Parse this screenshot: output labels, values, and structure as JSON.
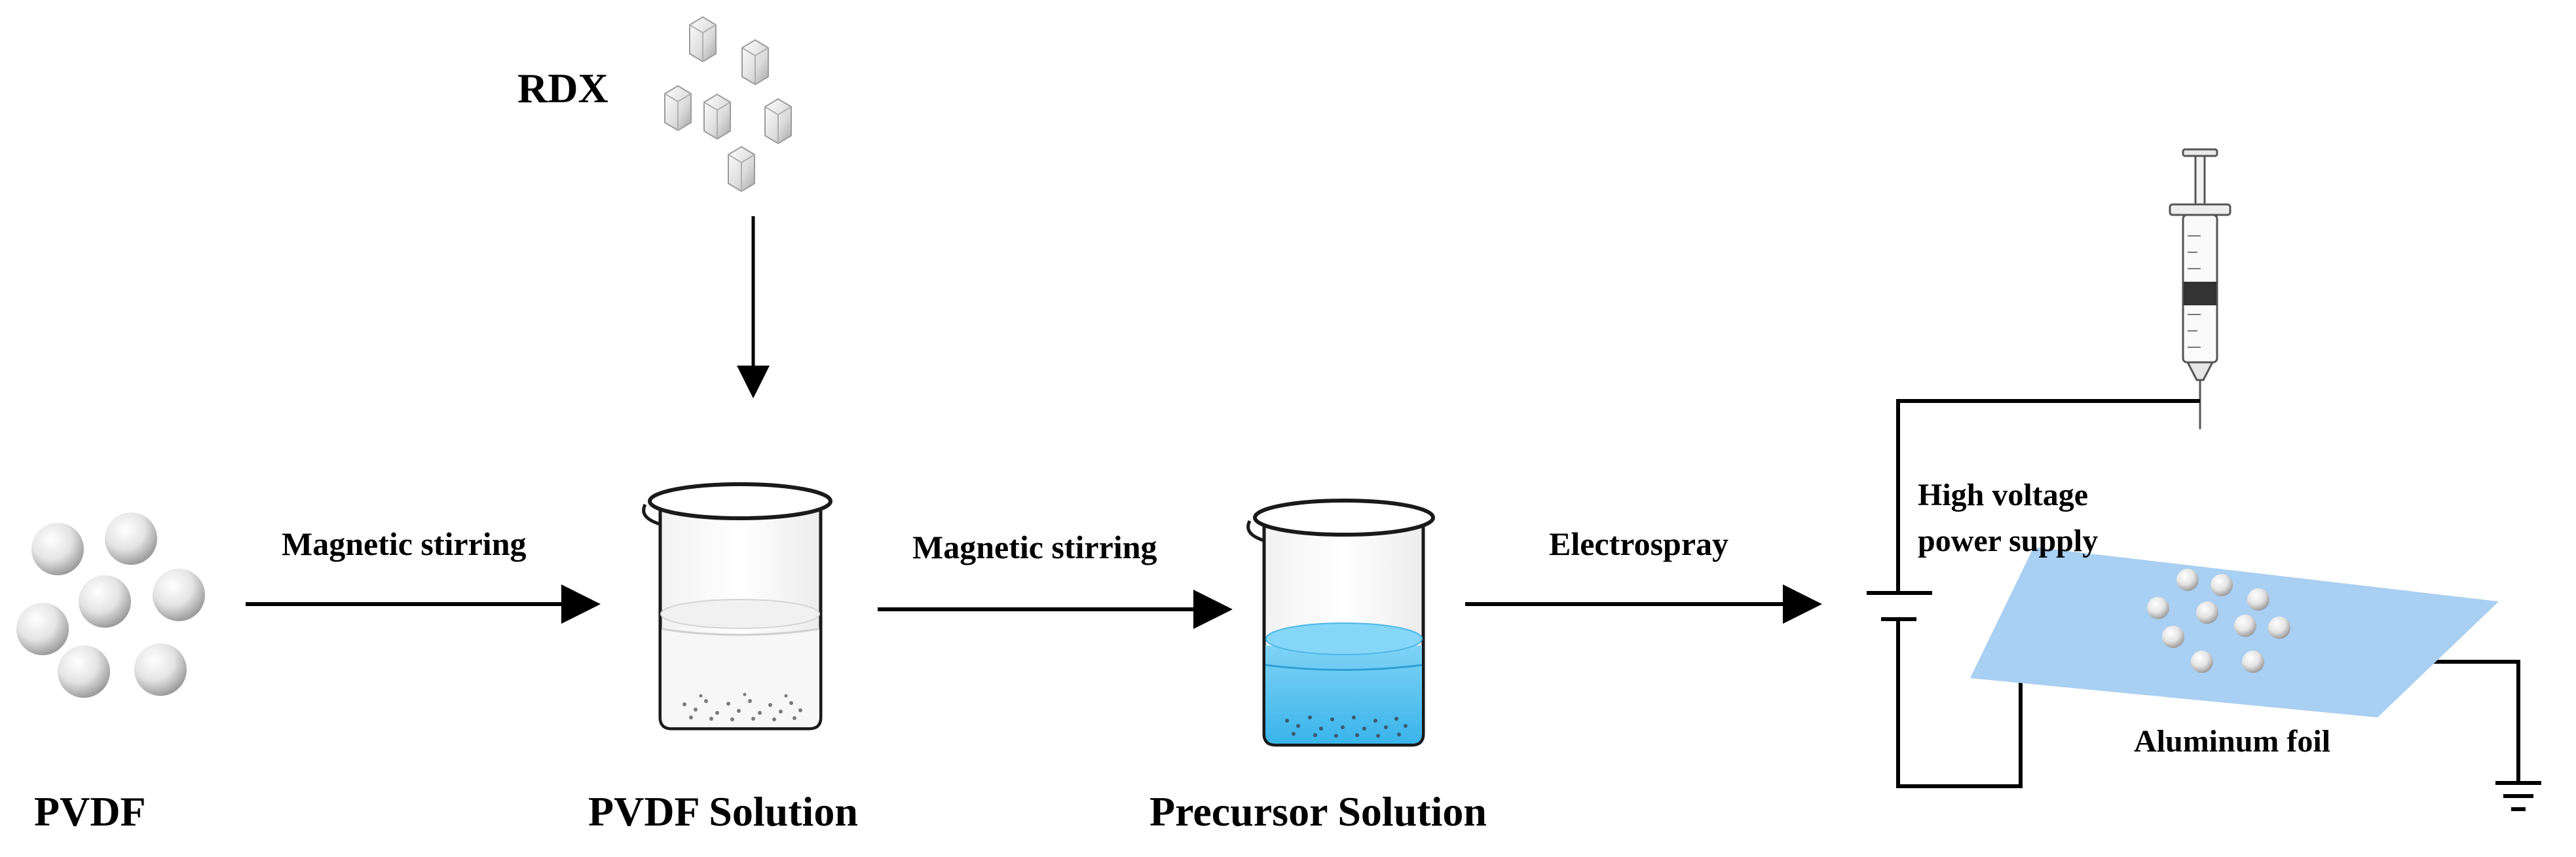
{
  "labels": {
    "rdx": "RDX",
    "pvdf": "PVDF",
    "pvdf_solution": "PVDF Solution",
    "precursor_solution": "Precursor Solution",
    "step1": "Magnetic stirring",
    "step2": "Magnetic stirring",
    "step3": "Electrospray",
    "power_supply_line1": "High voltage",
    "power_supply_line2": "power supply",
    "foil": "Aluminum foil"
  },
  "colors": {
    "arrow": "#000000",
    "precursor_liquid": "#5cc4f0",
    "foil": "#a9cff2",
    "sphere": "#c8c8c8"
  }
}
